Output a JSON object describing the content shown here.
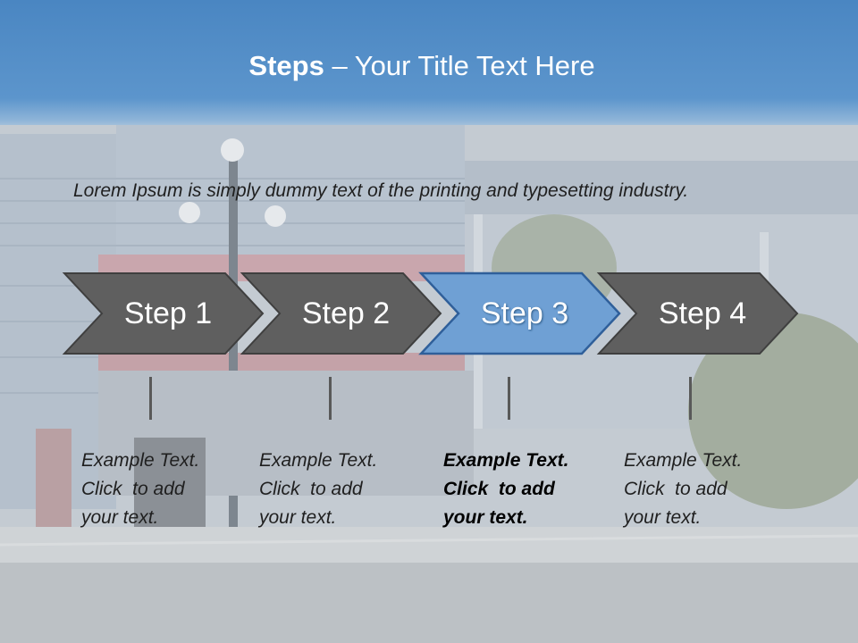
{
  "title": {
    "bold": "Steps",
    "rest": " – Your Title Text Here"
  },
  "intro": "Lorem Ipsum is simply dummy text of the printing and typesetting industry.",
  "steps": [
    {
      "label": "Step 1",
      "line1": "Example Text.",
      "line2": "Click  to add",
      "line3": "your text."
    },
    {
      "label": "Step 2",
      "line1": "Example Text.",
      "line2": "Click  to add",
      "line3": "your text."
    },
    {
      "label": "Step 3",
      "line1": "Example Text.",
      "line2": "Click  to add",
      "line3": "your text."
    },
    {
      "label": "Step 4",
      "line1": "Example Text.",
      "line2": "Click  to add",
      "line3": "your text."
    }
  ],
  "colors": {
    "chevron": "#5f5f5f",
    "chevron_active": "#6fa0d4",
    "chevron_active_border": "#2f5f9a",
    "header": "#4a86c2"
  },
  "active_step_index": 2
}
